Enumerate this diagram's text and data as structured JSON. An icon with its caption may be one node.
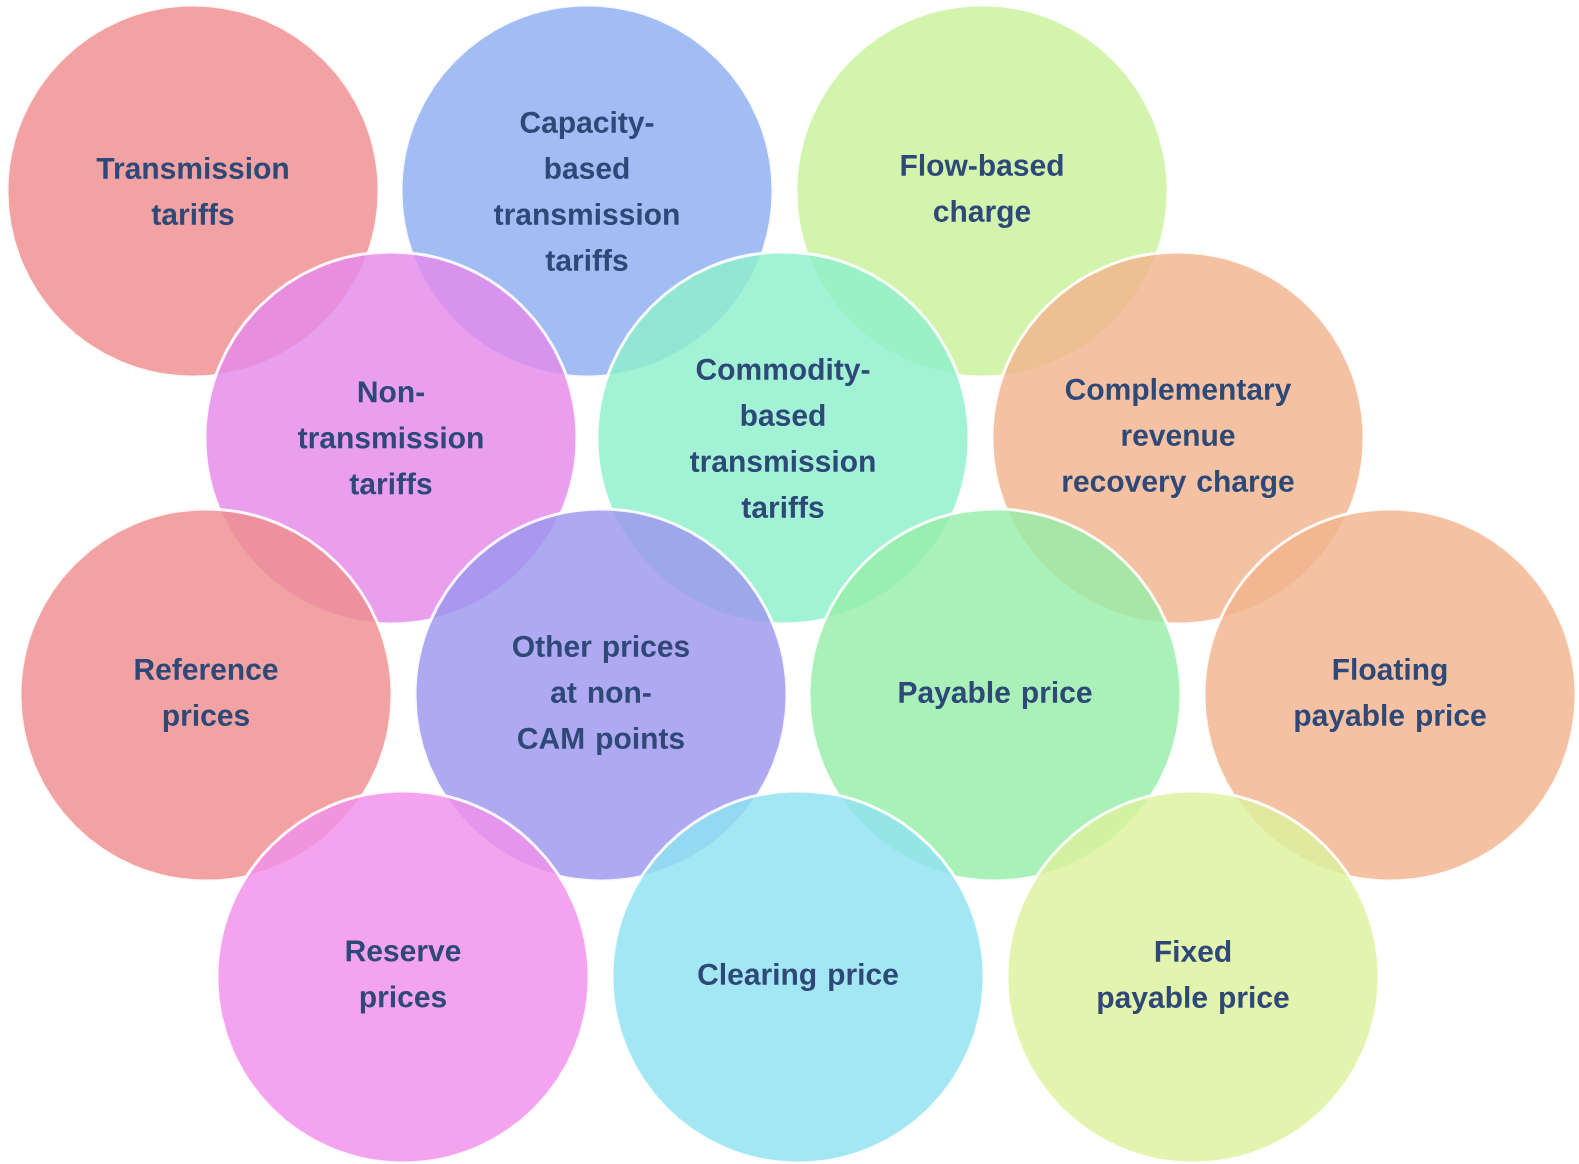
{
  "diagram": {
    "nodes": [
      {
        "text": [
          "Transmission tariffs"
        ]
      },
      {
        "text": [
          "Capacity-based transmission tariffs"
        ]
      },
      {
        "text": [
          "Flow-based charge"
        ]
      },
      {
        "text": [
          "Non-transmission tariffs"
        ]
      },
      {
        "text": [
          "Commodity-based transmission tariffs"
        ]
      },
      {
        "text": [
          "Complementary revenue recovery charge"
        ]
      },
      {
        "text": [
          "Reference prices"
        ]
      },
      {
        "text": [
          "Other prices at non-CAM points"
        ]
      },
      {
        "text": [
          "Payable price"
        ]
      },
      {
        "text": [
          "Floating payable price"
        ]
      },
      {
        "text": [
          "Reserve prices"
        ]
      },
      {
        "text": [
          "Clearing price"
        ]
      },
      {
        "text": [
          "Fixed payable price"
        ]
      }
    ]
  }
}
